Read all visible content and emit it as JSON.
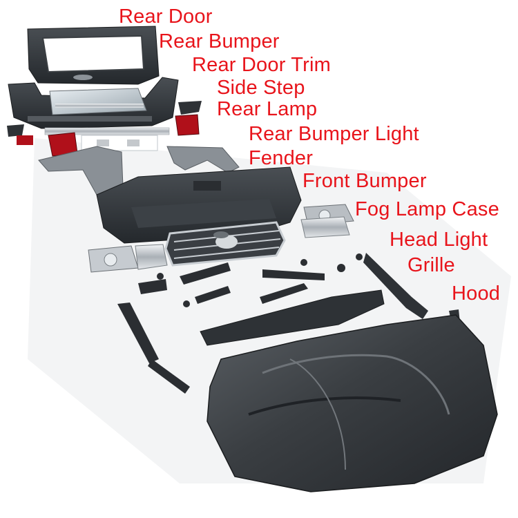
{
  "colors": {
    "label": "#e8141b",
    "background": "#ffffff",
    "body_panel": "#2e3236",
    "chrome": "#c9ced3",
    "taillight_red": "#b0101a"
  },
  "labels": [
    {
      "id": "rear-door",
      "text": "Rear Door"
    },
    {
      "id": "rear-bumper",
      "text": "Rear Bumper"
    },
    {
      "id": "rear-door-trim",
      "text": "Rear Door Trim"
    },
    {
      "id": "side-step",
      "text": "Side Step"
    },
    {
      "id": "rear-lamp",
      "text": "Rear Lamp"
    },
    {
      "id": "rear-bumper-light",
      "text": "Rear Bumper Light"
    },
    {
      "id": "fender",
      "text": "Fender"
    },
    {
      "id": "front-bumper",
      "text": "Front Bumper"
    },
    {
      "id": "fog-lamp-case",
      "text": "Fog Lamp Case"
    },
    {
      "id": "head-light",
      "text": "Head Light"
    },
    {
      "id": "grille",
      "text": "Grille"
    },
    {
      "id": "hood",
      "text": "Hood"
    }
  ]
}
